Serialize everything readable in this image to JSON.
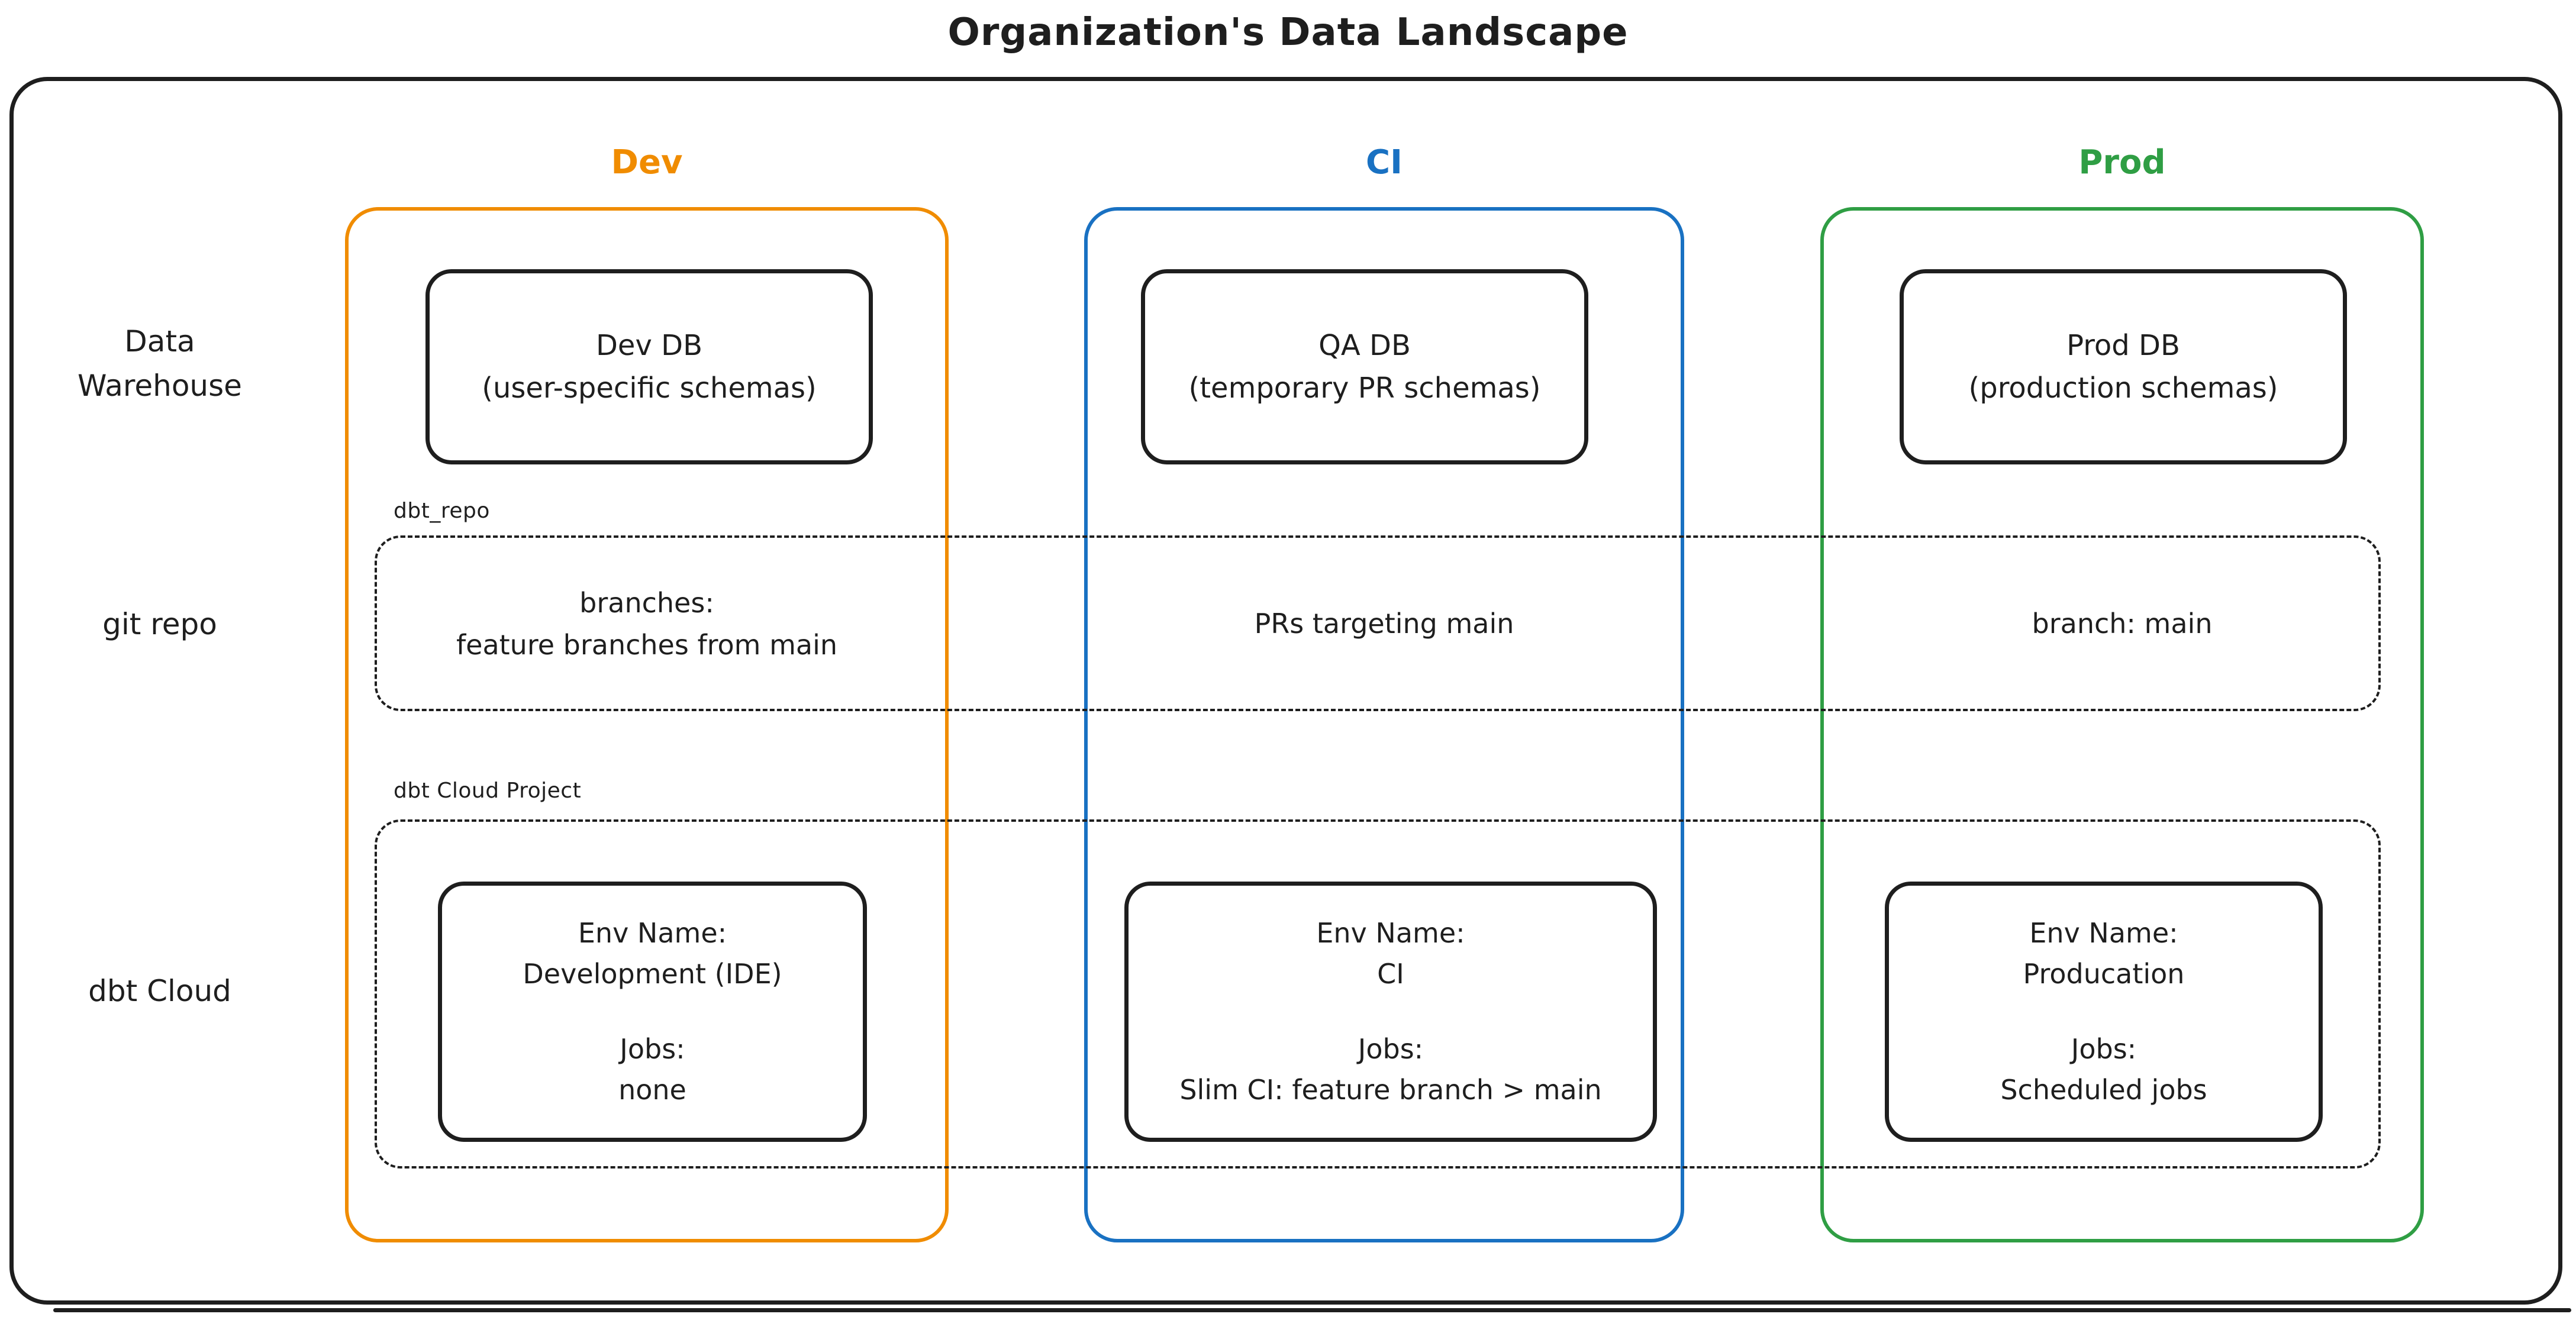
{
  "title": "Organization's Data Landscape",
  "theme": {
    "colors": {
      "dev": "#f08c00",
      "ci": "#1971c2",
      "prod": "#2f9e44",
      "ink": "#1e1e1e"
    }
  },
  "row_labels": {
    "warehouse_line1": "Data",
    "warehouse_line2": "Warehouse",
    "git": "git repo",
    "dbt": "dbt Cloud"
  },
  "bands": {
    "git_label": "dbt_repo",
    "project_label": "dbt Cloud Project"
  },
  "columns": {
    "dev": {
      "header": "Dev",
      "db_name": "Dev DB",
      "db_note": "(user-specific schemas)",
      "git_line1": "branches:",
      "git_line2": "feature branches from main",
      "env_name_label": "Env Name:",
      "env_name": "Development (IDE)",
      "jobs_label": "Jobs:",
      "jobs": "none"
    },
    "ci": {
      "header": "CI",
      "db_name": "QA DB",
      "db_note": "(temporary PR schemas)",
      "git_line1": "PRs targeting main",
      "git_line2": "",
      "env_name_label": "Env Name:",
      "env_name": "CI",
      "jobs_label": "Jobs:",
      "jobs": "Slim CI: feature branch > main"
    },
    "prod": {
      "header": "Prod",
      "db_name": "Prod DB",
      "db_note": "(production schemas)",
      "git_line1": "branch: main",
      "git_line2": "",
      "env_name_label": "Env Name:",
      "env_name": "Producation",
      "jobs_label": "Jobs:",
      "jobs": "Scheduled jobs"
    }
  }
}
